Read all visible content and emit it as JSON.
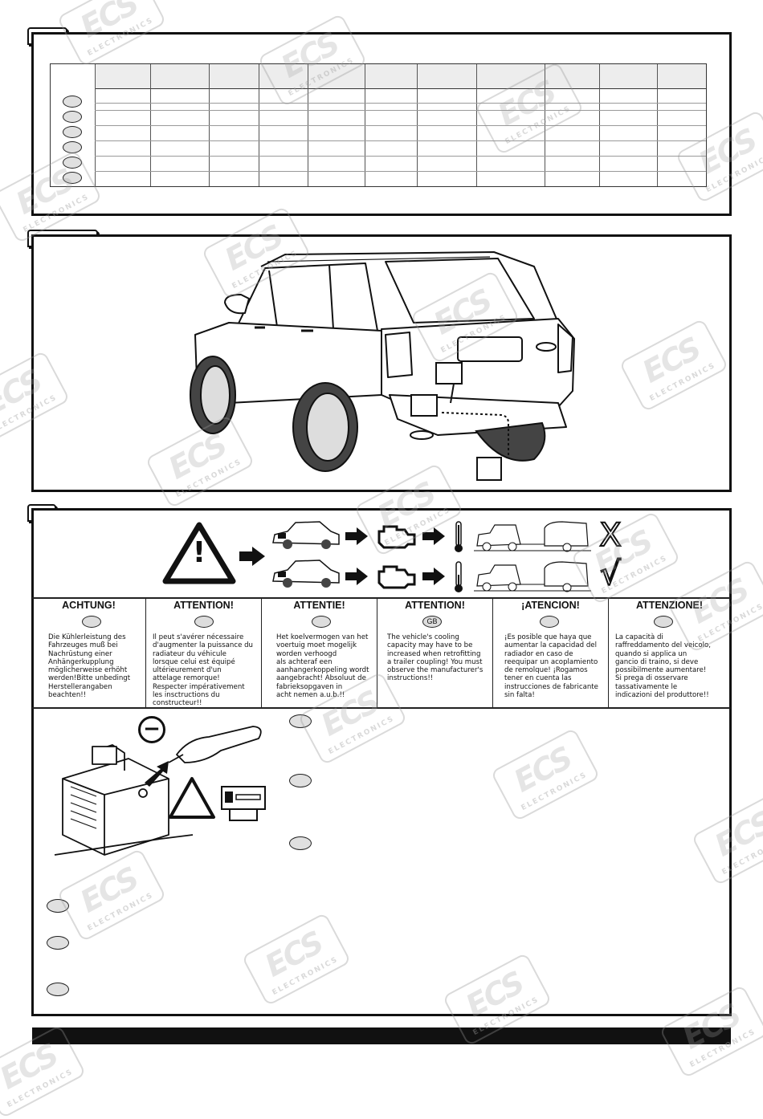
{
  "warning_section": {
    "columns": [
      {
        "heading": "ACHTUNG!",
        "badge": "",
        "text": "Die Kühlerleistung des\nFahrzeuges muß bei\nNachrüstung einer\nAnhängerkupplung\nmöglicherweise erhöht\nwerden!Bitte unbedingt\nHerstellerangaben\nbeachten!!"
      },
      {
        "heading": "ATTENTION!",
        "badge": "",
        "text": "Il peut s'avérer nécessaire\nd'augmenter la puissance du\nradiateur du véhicule\nlorsque celui est équipé\nultérieurement d'un\nattelage remorque!\nRespecter impérativement\nles insctructions du\nconstructeur!!"
      },
      {
        "heading": "ATTENTIE!",
        "badge": "",
        "text": "Het koelvermogen van het\nvoertuig moet mogelijk\nworden verhoogd\nals achteraf een\naanhangerkoppeling wordt\naangebracht! Absoluut de\nfabrieksopgaven in\nacht nemen a.u.b.!!"
      },
      {
        "heading": "ATTENTION!",
        "badge": "GB",
        "text": "The vehicle's cooling\ncapacity may have to be\nincreased when retrofitting\na trailer coupling! You must\nobserve the manufacturer's\ninstructions!!"
      },
      {
        "heading": "¡ATENCION!",
        "badge": "",
        "text": "¡Es posible que haya que\naumentar la capacidad del\nradiador en caso de\nreequipar un acoplamiento\nde remolque! ¡Rogamos\ntener en cuenta las\ninstrucciones de fabricante\nsin falta!"
      },
      {
        "heading": "ATTENZIONE!",
        "badge": "",
        "text": "La capacità di\nraffreddamento del veicolo,\nquando si applica un\ngancio di traino, si deve\npossibilmente aumentare!\nSi prega di osservare\ntassativamente le\nindicazioni del produttore!!"
      }
    ]
  },
  "icons": {
    "minus_symbol": "−",
    "exclamation": "!",
    "cross": "X",
    "check": "√"
  },
  "watermark": {
    "logo": "ECS",
    "sub": "ELECTRONICS"
  }
}
